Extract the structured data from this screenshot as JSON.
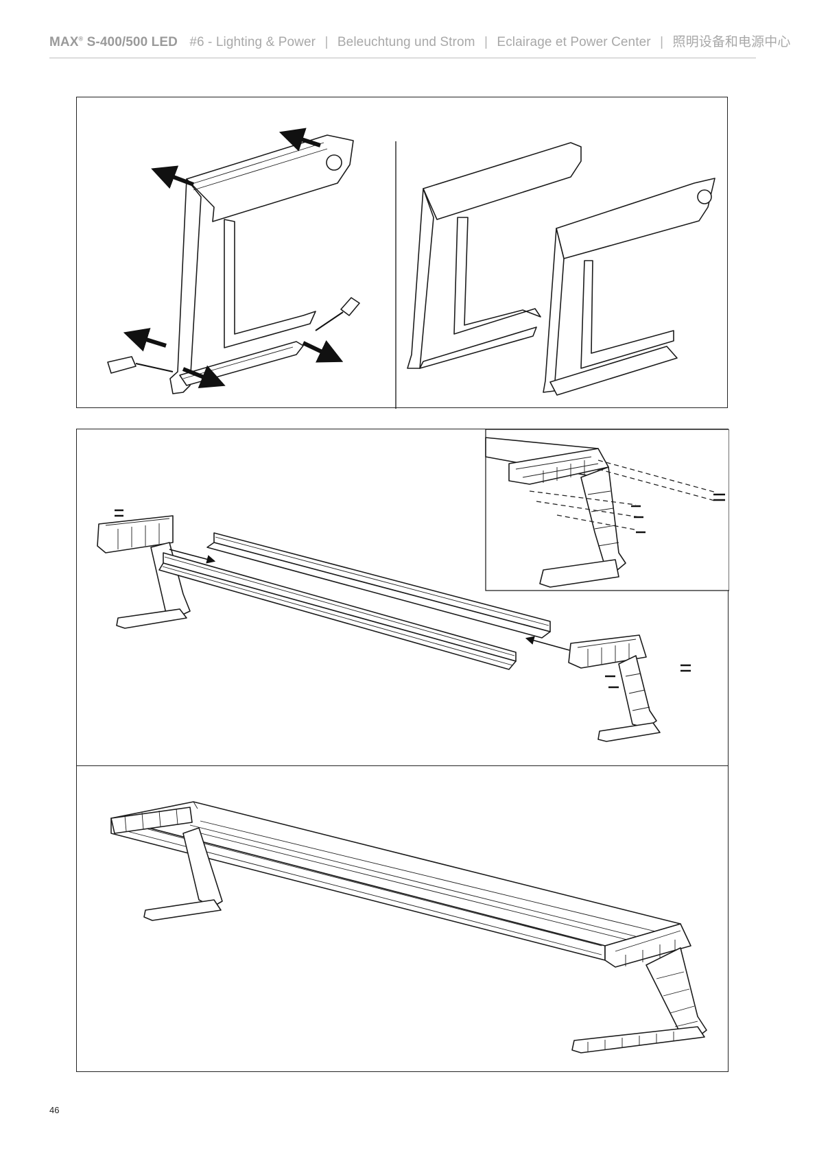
{
  "header": {
    "brand": "MAX",
    "brand_mark": "®",
    "model": "S-400/500 LED",
    "section": "#6 - Lighting & Power",
    "title_de": "Beleuchtung und Strom",
    "title_fr": "Eclairage et Power Center",
    "title_zh": "照明设备和电源中心"
  },
  "page": {
    "number": "46"
  },
  "illustrations": {
    "panel_1": [
      "remove-rear-frame",
      "separated-frames"
    ],
    "panel_2": [
      "assemble-lighting-bar",
      "screw-detail-inset"
    ],
    "panel_3": [
      "assembled-lighting-bar"
    ]
  }
}
